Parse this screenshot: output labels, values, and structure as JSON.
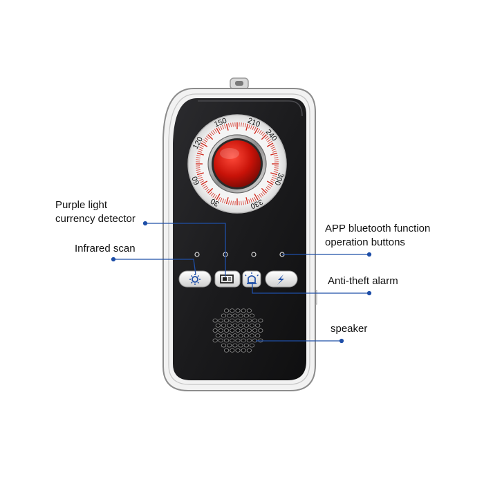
{
  "product": {
    "device_color": "#1c1c1e",
    "lens_color": "#c0100a",
    "callout_color": "#1f4fa8"
  },
  "dial": {
    "numbers": [
      "150",
      "210",
      "240",
      "300",
      "330",
      "30",
      "60",
      "120"
    ]
  },
  "callouts": {
    "purple_light": {
      "line1": "Purple light",
      "line2": "currency detector"
    },
    "infrared": {
      "text": "Infrared scan"
    },
    "app_bluetooth": {
      "line1": "APP bluetooth function",
      "line2": "operation buttons"
    },
    "anti_theft": {
      "text": "Anti-theft alarm"
    },
    "speaker": {
      "text": "speaker"
    }
  },
  "buttons": [
    {
      "icon": "infrared-sun-icon"
    },
    {
      "icon": "currency-bill-icon"
    },
    {
      "icon": "alarm-siren-icon"
    },
    {
      "icon": "bluetooth-lightning-icon"
    }
  ]
}
